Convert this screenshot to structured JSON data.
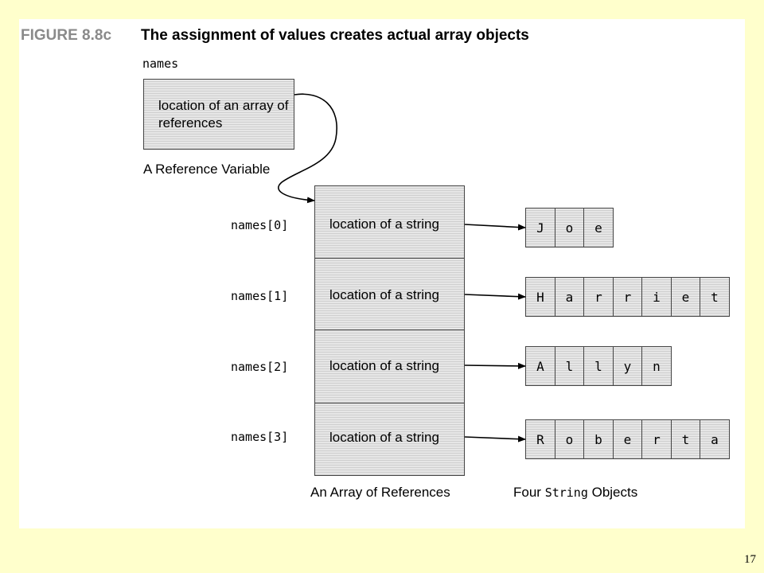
{
  "figure": {
    "label": "FIGURE 8.8c",
    "title": "The assignment of values creates actual array objects",
    "variable_name": "names",
    "reference_box_text": "location of an array of references",
    "reference_caption": "A Reference Variable",
    "array_caption": "An Array of References",
    "strings_caption_prefix": "Four ",
    "strings_caption_code": "String",
    "strings_caption_suffix": " Objects",
    "array": [
      {
        "index_label": "names[0]",
        "cell_text": "location of a string",
        "chars": [
          "J",
          "o",
          "e"
        ]
      },
      {
        "index_label": "names[1]",
        "cell_text": "location of a string",
        "chars": [
          "H",
          "a",
          "r",
          "r",
          "i",
          "e",
          "t"
        ]
      },
      {
        "index_label": "names[2]",
        "cell_text": "location of a string",
        "chars": [
          "A",
          "l",
          "l",
          "y",
          "n"
        ]
      },
      {
        "index_label": "names[3]",
        "cell_text": "location of a string",
        "chars": [
          "R",
          "o",
          "b",
          "e",
          "r",
          "t",
          "a"
        ]
      }
    ]
  },
  "colors": {
    "page_background": "#ffffcc",
    "panel_background": "#ffffff",
    "label_gray": "#8a8a8a"
  },
  "page_number": "17"
}
